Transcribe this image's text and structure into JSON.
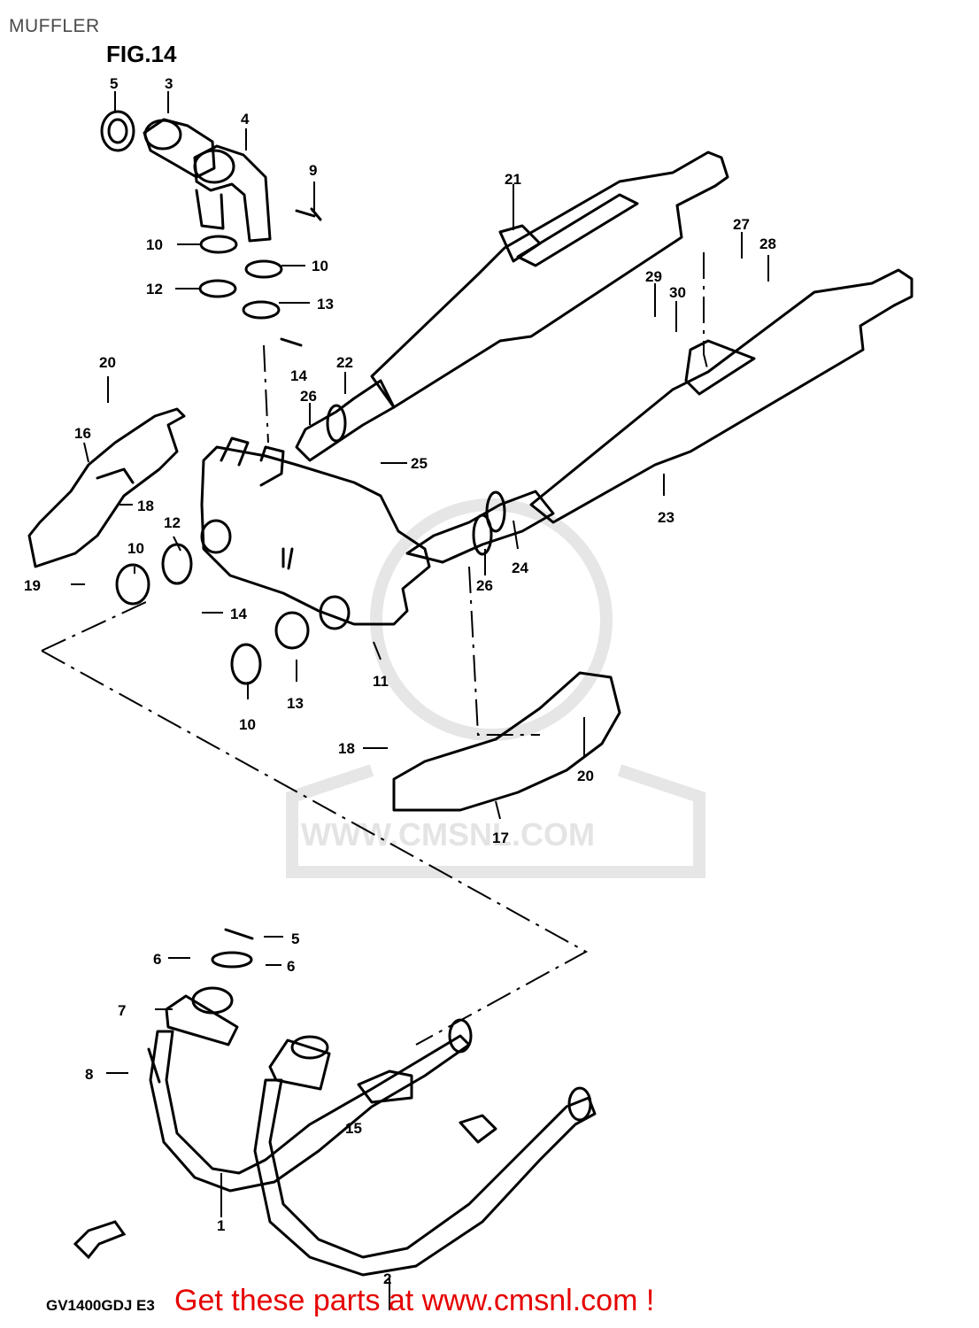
{
  "page_title": "MUFFLER",
  "figure_label": "FIG.14",
  "model_code": "GV1400GDJ E3",
  "cta_text": "Get these parts at www.cmsnl.com !",
  "watermark": {
    "site": "WWW.CMSNL.COM"
  },
  "callouts": [
    "5",
    "3",
    "4",
    "9",
    "10",
    "10",
    "12",
    "13",
    "14",
    "20",
    "16",
    "18",
    "12",
    "10",
    "19",
    "14",
    "13",
    "10",
    "11",
    "21",
    "22",
    "26",
    "25",
    "23",
    "24",
    "26",
    "27",
    "28",
    "29",
    "30",
    "18",
    "20",
    "17",
    "5",
    "6",
    "6",
    "7",
    "8",
    "15",
    "1",
    "2"
  ],
  "colors": {
    "cta": "#e60000",
    "title": "#4a4a4a",
    "line": "#000000",
    "watermark": "#e4e4e4"
  },
  "icons": [
    "front-direction-arrow-icon"
  ]
}
